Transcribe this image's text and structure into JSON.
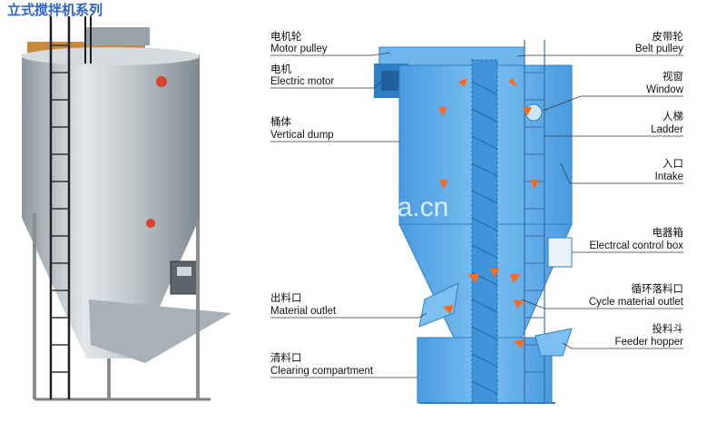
{
  "title": "立式搅拌机系列",
  "watermark": "trade.china.cn",
  "colors": {
    "title": "#2b63c7",
    "tank": "#5aa8e6",
    "tank_dark": "#2f7fc4",
    "arrow": "#ff6a1a",
    "steel": "#b9c2c8"
  },
  "labels": {
    "motor_pulley": {
      "zh": "电机轮",
      "en": "Motor pulley"
    },
    "electric_motor": {
      "zh": "电机",
      "en": "Electric motor"
    },
    "vertical_dump": {
      "zh": "桶体",
      "en": "Vertical dump"
    },
    "material_outlet": {
      "zh": "出料口",
      "en": "Material outlet"
    },
    "clearing_compartment": {
      "zh": "清料口",
      "en": "Clearing compartment"
    },
    "belt_pulley": {
      "zh": "皮带轮",
      "en": "Belt pulley"
    },
    "window": {
      "zh": "视窗",
      "en": "Window"
    },
    "ladder": {
      "zh": "人梯",
      "en": "Ladder"
    },
    "intake": {
      "zh": "入口",
      "en": "Intake"
    },
    "control_box": {
      "zh": "电器箱",
      "en": "Electrcal control box"
    },
    "cycle_outlet": {
      "zh": "循环落料口",
      "en": "Cycle material outlet"
    },
    "feeder_hopper": {
      "zh": "投料斗",
      "en": "Feeder hopper"
    }
  }
}
